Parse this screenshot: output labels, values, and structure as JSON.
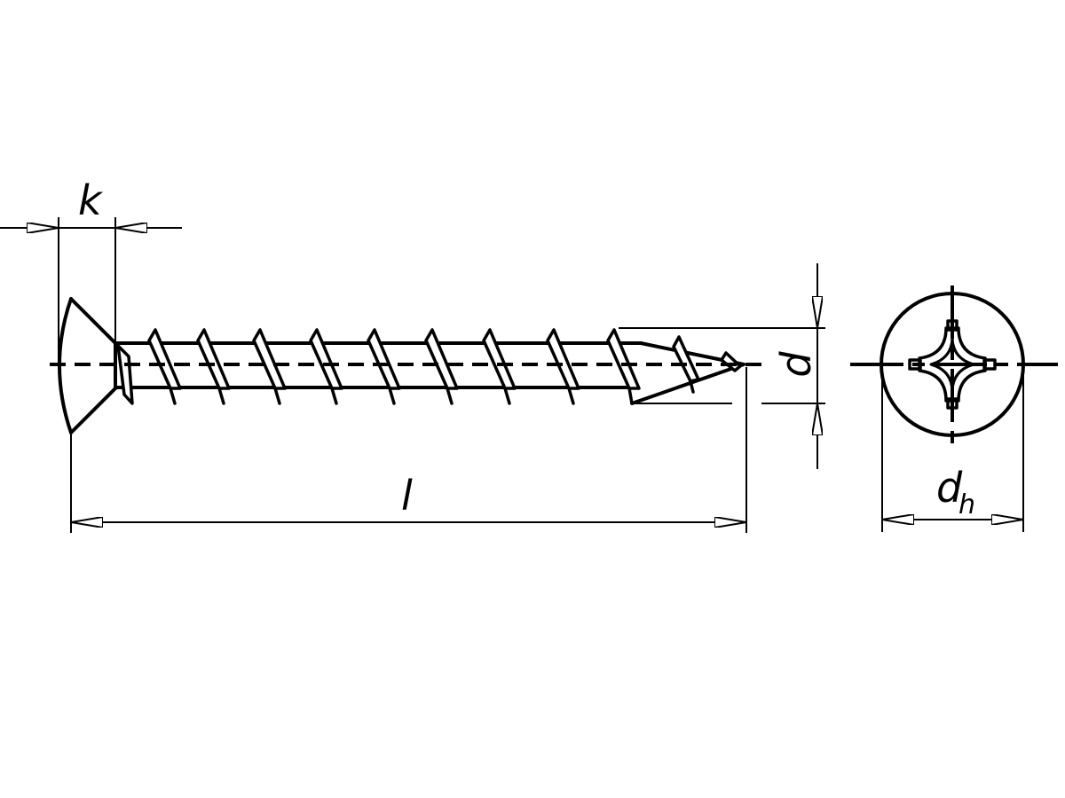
{
  "drawing": {
    "stroke_color": "#000000",
    "background_color": "#ffffff"
  },
  "dimensions": {
    "k": "k",
    "l": "l",
    "d": "d",
    "dh_main": "d",
    "dh_sub": "h"
  }
}
